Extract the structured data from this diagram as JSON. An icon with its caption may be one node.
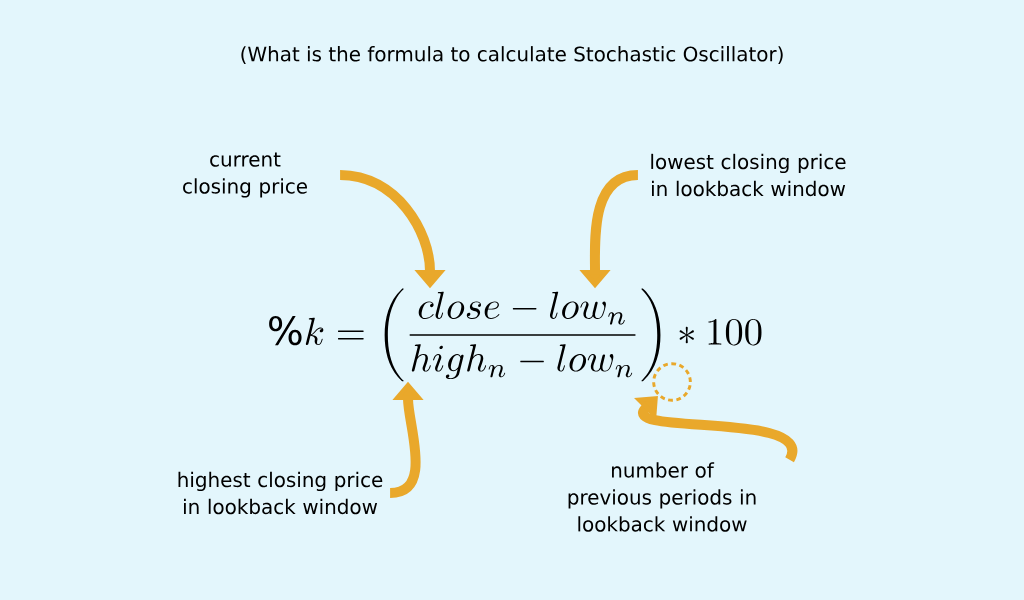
{
  "diagram": {
    "title": "(What is the formula to calculate Stochastic Oscillator)",
    "nodes": [
      {
        "text": [
          "current closing price"
        ]
      },
      {
        "text": [
          "lowest closing price in lookback window"
        ]
      },
      {
        "text": [
          "\\%k = \\left(\\frac{close - low_n}{high_n - low_n}\\right) * 100"
        ]
      },
      {
        "text": [
          "highest closing price in lookback window"
        ]
      },
      {
        "text": [
          "number of previous periods in lookback window"
        ]
      },
      {
        "text": [],
        "shape": "circle"
      }
    ],
    "edges": [
      {
        "from": 0,
        "to": 2,
        "arrow": "to"
      },
      {
        "from": 1,
        "to": 2,
        "arrow": "to"
      },
      {
        "from": 3,
        "to": 2,
        "arrow": "to"
      },
      {
        "from": 4,
        "to": 5,
        "arrow": "to"
      }
    ]
  }
}
